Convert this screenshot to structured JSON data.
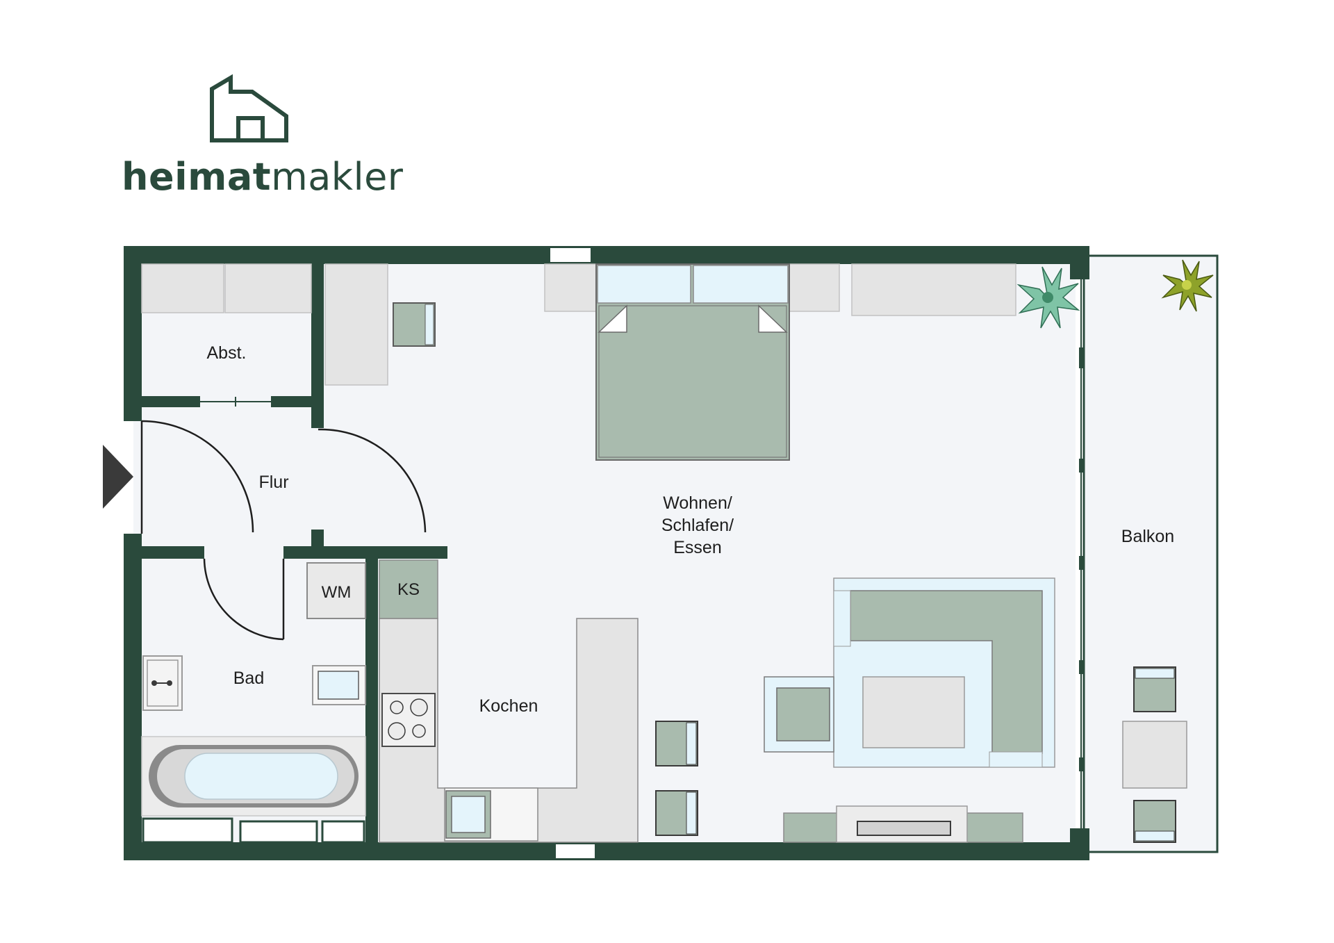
{
  "brand": {
    "name_bold": "heimat",
    "name_light": "makler",
    "logo": "house-outline-logo",
    "color": "#2a4a3c"
  },
  "colors": {
    "wall": "#2a4a3c",
    "floor": "#f3f5f8",
    "furniture_green": "#a9bbae",
    "furniture_grey": "#e4e4e4",
    "furniture_light_blue": "#e4f4fb"
  },
  "rooms": {
    "abst": "Abst.",
    "flur": "Flur",
    "bad": "Bad",
    "kochen": "Kochen",
    "wohnen_line1": "Wohnen/",
    "wohnen_line2": "Schlafen/",
    "wohnen_line3": "Essen",
    "balkon": "Balkon"
  },
  "appliances": {
    "wm": "WM",
    "ks": "KS"
  },
  "icons": [
    "entrance-arrow-icon",
    "plant-icon"
  ]
}
